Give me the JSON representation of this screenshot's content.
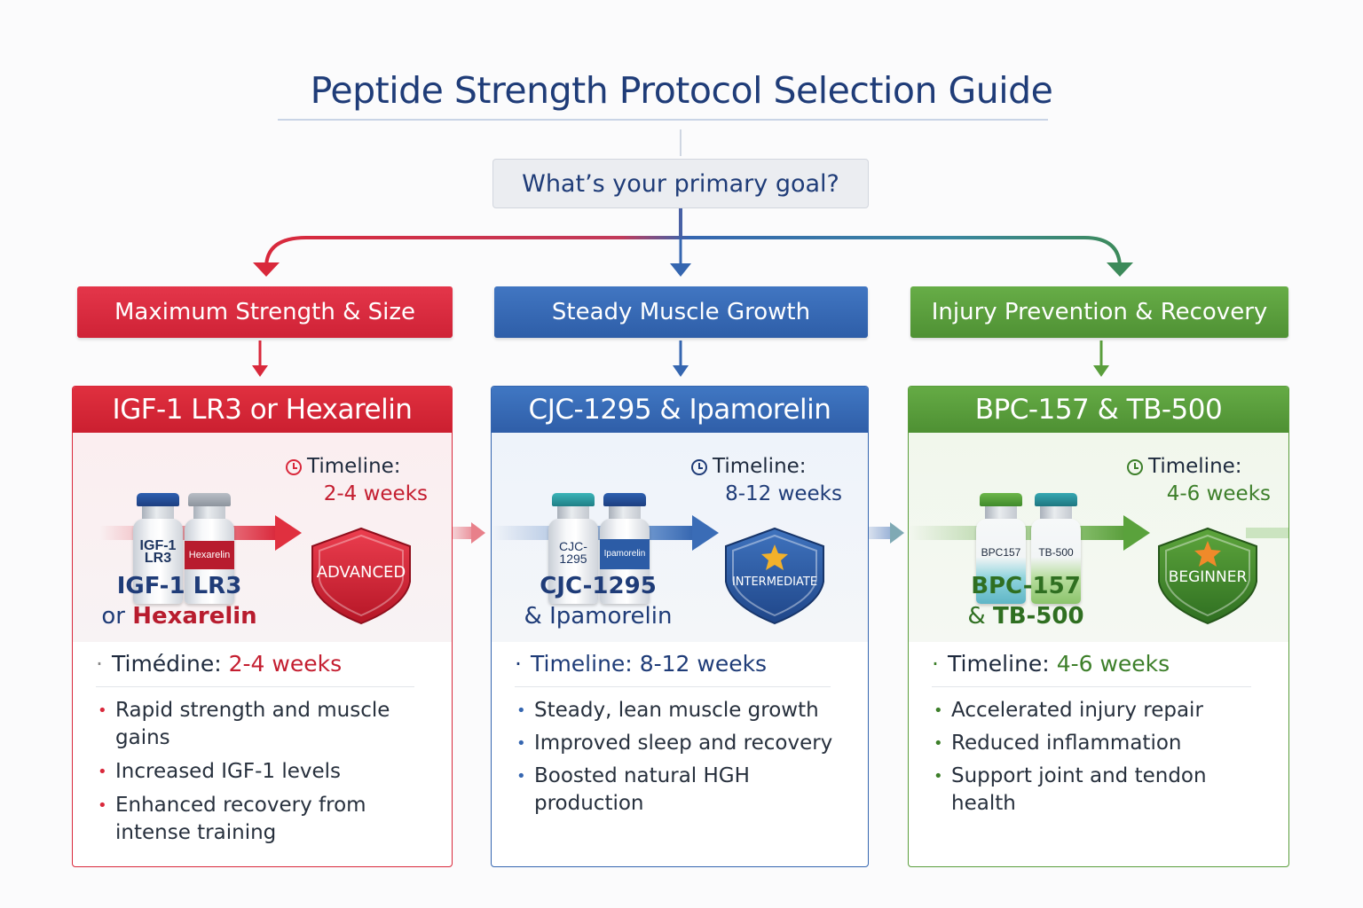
{
  "title": "Peptide Strength Protocol Selection Guide",
  "question": "What’s your primary goal?",
  "colors": {
    "red": "#d9283b",
    "blue": "#3566b0",
    "green": "#5a9e3c",
    "title": "#1f3c78"
  },
  "icons": {
    "timeline": "clock-icon",
    "badge": "shield-icon",
    "star": "star-icon"
  },
  "paths": [
    {
      "category": "Maximum Strength & Size",
      "protocol": "IGF-1 LR3 or Hexarelin",
      "vials": [
        "IGF-1 LR3",
        "Hexarelin"
      ],
      "timeline_label": "Timeline:",
      "timeline_value": "2-4 weeks",
      "level": "ADVANCED",
      "product_line1": "IGF-1 LR3",
      "product_line2_prefix": "or ",
      "product_line2_rest": "Hexarelin",
      "tl_label": "Timédine:",
      "tl_value": "2-4 weeks",
      "benefits": [
        "Rapid strength and muscle gains",
        "Increased IGF-1 levels",
        "Enhanced recovery from intense training"
      ]
    },
    {
      "category": "Steady Muscle Growth",
      "protocol": "CJC-1295 & Ipamorelin",
      "vials": [
        "CJC-1295",
        "Ipamorelin"
      ],
      "timeline_label": "Timeline:",
      "timeline_value": "8-12 weeks",
      "level": "INTERMEDIATE",
      "product_line1": "CJC-1295",
      "product_line2_prefix": "& ",
      "product_line2_rest": "Ipamorelin",
      "tl_label": "Timeline:",
      "tl_value": "8-12 weeks",
      "benefits": [
        "Steady, lean muscle growth",
        "Improved sleep and recovery",
        "Boosted natural HGH production"
      ]
    },
    {
      "category": "Injury Prevention & Recovery",
      "protocol": "BPC-157 & TB-500",
      "vials": [
        "BPC157",
        "TB-500"
      ],
      "timeline_label": "Timeline:",
      "timeline_value": "4-6 weeks",
      "level": "BEGINNER",
      "product_line1": "BPC-157",
      "product_line2_prefix": "& ",
      "product_line2_rest": "TB-500",
      "tl_label": "Timeline:",
      "tl_value": "4-6 weeks",
      "benefits": [
        "Accelerated injury repair",
        "Reduced inflammation",
        "Support joint and tendon health"
      ]
    }
  ]
}
